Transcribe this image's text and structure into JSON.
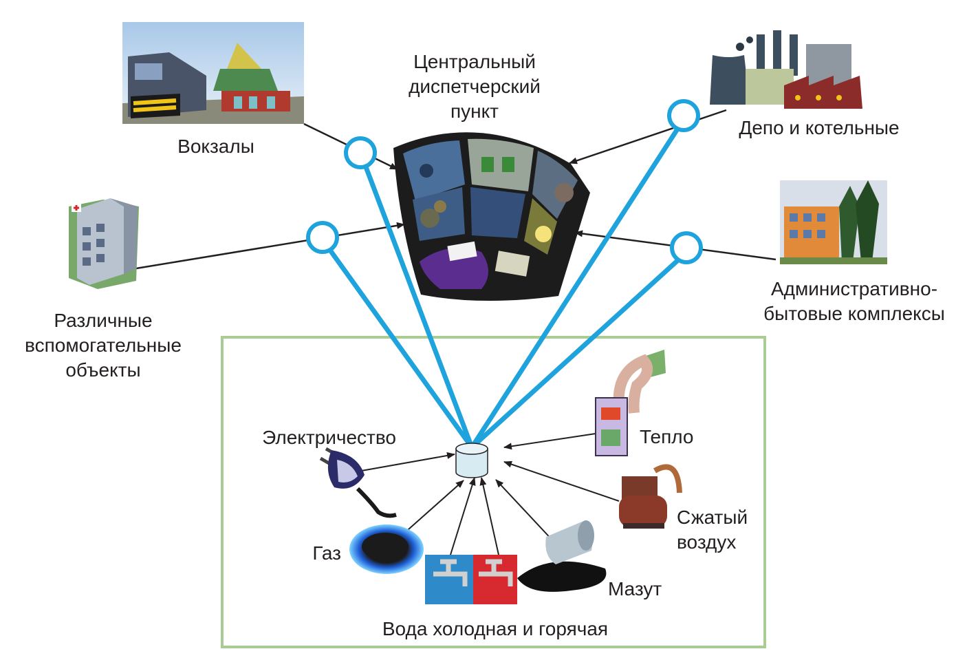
{
  "labels": {
    "center_line1": "Центральный",
    "center_line2": "диспетчерский",
    "center_line3": "пункт",
    "stations": "Вокзалы",
    "depots": "Депо и котельные",
    "aux_line1": "Различные",
    "aux_line2": "вспомогательные",
    "aux_line3": "объекты",
    "admin_line1": "Административно-",
    "admin_line2": "бытовые комплексы",
    "electricity": "Электричество",
    "heat": "Тепло",
    "air_line1": "Сжатый",
    "air_line2": "воздух",
    "gas": "Газ",
    "fuel_oil": "Мазут",
    "water": "Вода холодная и горячая"
  },
  "icons": {
    "stations": "train-station-icon",
    "depots": "factory-icon",
    "aux": "hospital-building-icon",
    "admin": "office-building-icon",
    "center": "control-room-icon",
    "hub": "data-concentrator-icon",
    "electricity": "power-plug-icon",
    "heat": "heat-meter-icon",
    "air": "compressor-icon",
    "gas": "gas-burner-icon",
    "water": "water-taps-icon",
    "fuel_oil": "oil-barrel-icon"
  },
  "colors": {
    "wireless_link": "#1fa3dc",
    "utility_frame": "#a9cc94",
    "wire": "#231f20"
  }
}
